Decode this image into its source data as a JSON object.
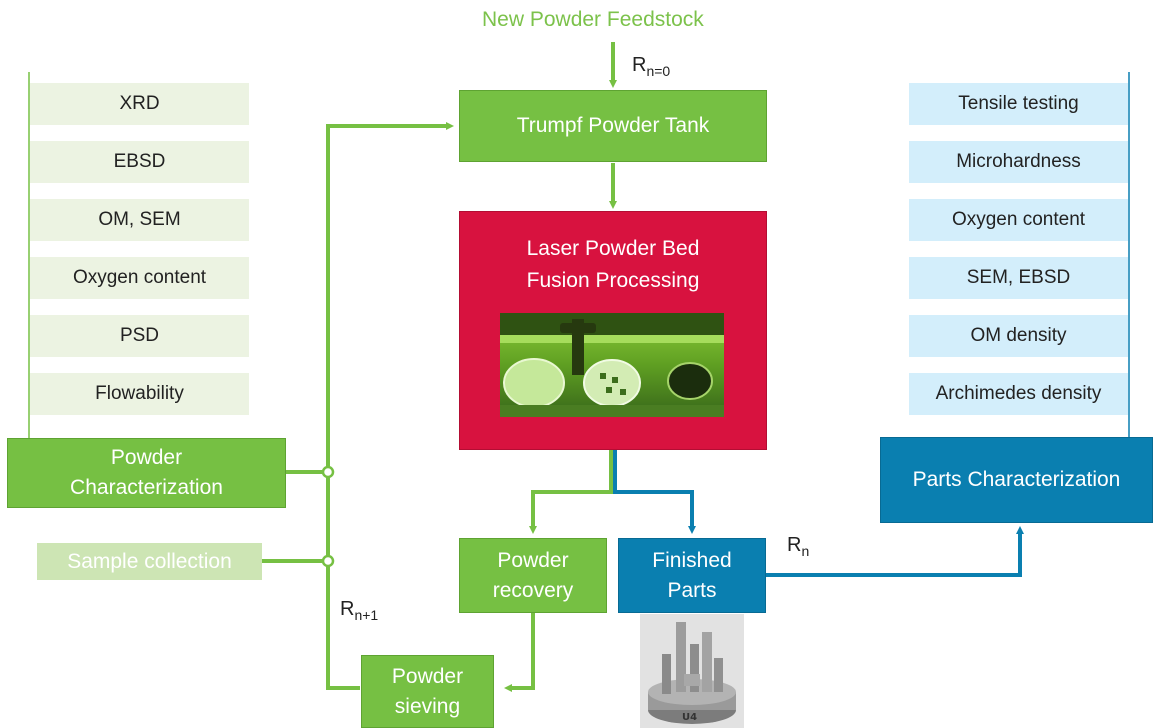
{
  "title": "New Powder Feedstock",
  "labels": {
    "r_n0_base": "R",
    "r_n0_sub": "n=0",
    "r_n_base": "R",
    "r_n_sub": "n",
    "r_n1_base": "R",
    "r_n1_sub": "n+1"
  },
  "nodes": {
    "tank": "Trumpf Powder Tank",
    "lpbf_line1": "Laser Powder Bed",
    "lpbf_line2": "Fusion Processing",
    "powder_char_line1": "Powder",
    "powder_char_line2": "Characterization",
    "sample": "Sample collection",
    "recovery_line1": "Powder",
    "recovery_line2": "recovery",
    "finished_line1": "Finished",
    "finished_line2": "Parts",
    "sieving_line1": "Powder",
    "sieving_line2": "sieving",
    "parts_char": "Parts Characterization"
  },
  "powder_tests": [
    "XRD",
    "EBSD",
    "OM, SEM",
    "Oxygen content",
    "PSD",
    "Flowability"
  ],
  "parts_tests": [
    "Tensile testing",
    "Microhardness",
    "Oxygen content",
    "SEM, EBSD",
    "OM density",
    "Archimedes density"
  ],
  "photo_parts_engraving": "U4",
  "colors": {
    "green": "#76c043",
    "blue": "#0a7fb0",
    "red": "#d8123f",
    "light_green": "#ecf3e2",
    "light_blue": "#d3eefb"
  }
}
